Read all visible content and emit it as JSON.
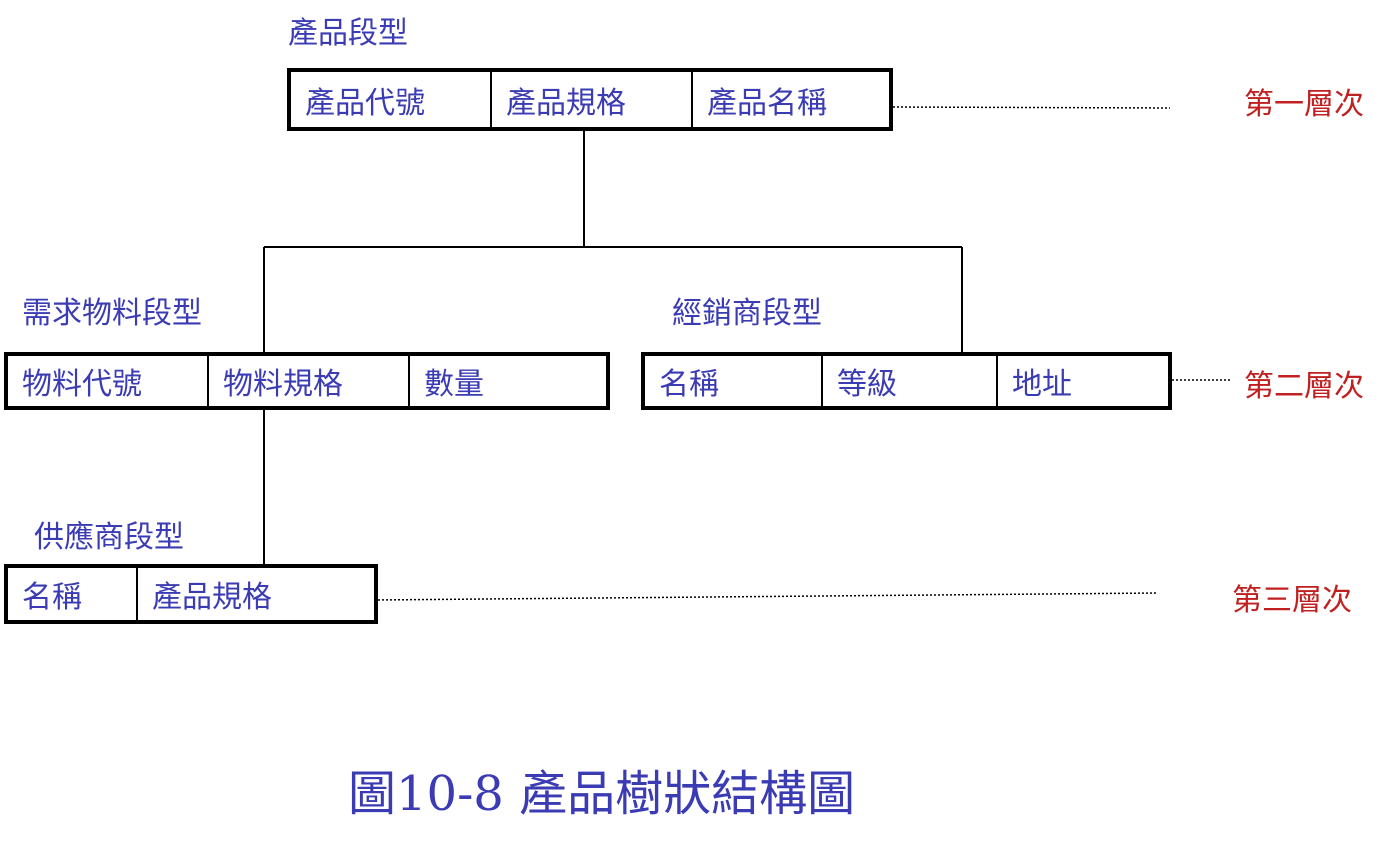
{
  "caption": "圖10-8 產品樹狀結構圖",
  "colors": {
    "text": "#3b3bb4",
    "level": "#c02020",
    "border": "#000000"
  },
  "product": {
    "title": "產品段型",
    "fields": [
      "產品代號",
      "產品規格",
      "產品名稱"
    ]
  },
  "material": {
    "title": "需求物料段型",
    "fields": [
      "物料代號",
      "物料規格",
      "數量"
    ]
  },
  "dealer": {
    "title": "經銷商段型",
    "fields": [
      "名稱",
      "等級",
      "地址"
    ]
  },
  "supplier": {
    "title": "供應商段型",
    "fields": [
      "名稱",
      "產品規格"
    ]
  },
  "levels": [
    "第一層次",
    "第二層次",
    "第三層次"
  ]
}
